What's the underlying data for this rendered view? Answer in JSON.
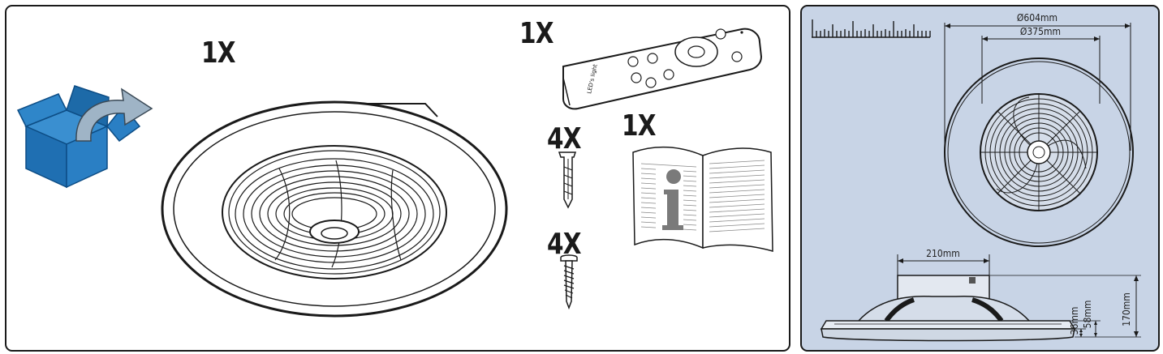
{
  "contents": {
    "fan_qty": "1X",
    "remote_qty": "1X",
    "remote_brand": "LED's light",
    "plug_qty": "4X",
    "screw_qty": "4X",
    "manual_qty": "1X"
  },
  "dimensions": {
    "outer_diameter": "Ø604mm",
    "inner_diameter": "Ø375mm",
    "body_width": "210mm",
    "total_height": "170mm",
    "height_58": "58mm",
    "height_36": "36mm"
  },
  "colors": {
    "dimension_panel_bg": "#c8d4e6",
    "box_blue": "#1f6fb2",
    "line": "#1a1a1a"
  },
  "icons": [
    "unpack-box-icon",
    "ceiling-fan-illustration",
    "remote-control-icon",
    "wall-plug-icon",
    "screw-icon",
    "manual-info-icon",
    "fan-top-view-drawing",
    "fan-side-view-drawing",
    "scale-ruler-icon"
  ]
}
